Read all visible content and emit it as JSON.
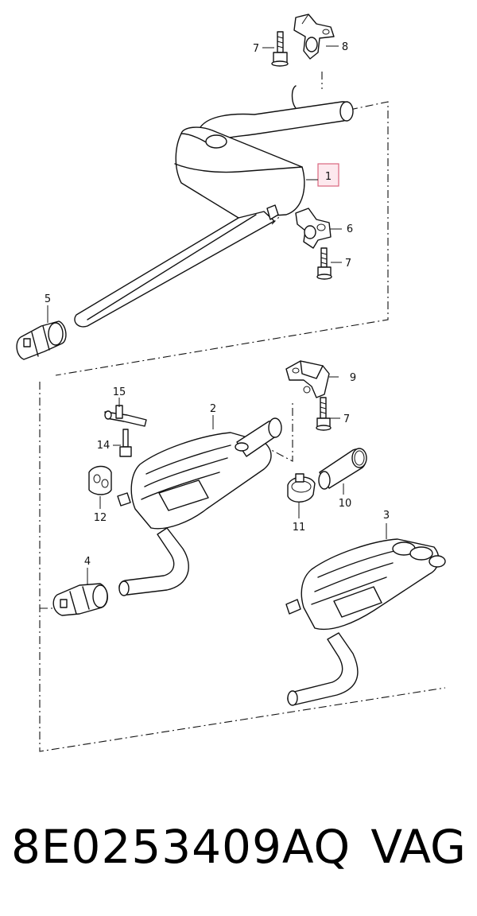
{
  "diagram": {
    "callouts": {
      "c1": "1",
      "c2": "2",
      "c3": "3",
      "c4": "4",
      "c5": "5",
      "c6": "6",
      "c7a": "7",
      "c7b": "7",
      "c7c": "7",
      "c8": "8",
      "c9": "9",
      "c10": "10",
      "c11": "11",
      "c12": "12",
      "c14": "14",
      "c15": "15"
    }
  },
  "footer": {
    "part_number": "8E0253409AQ",
    "brand": "VAG"
  }
}
